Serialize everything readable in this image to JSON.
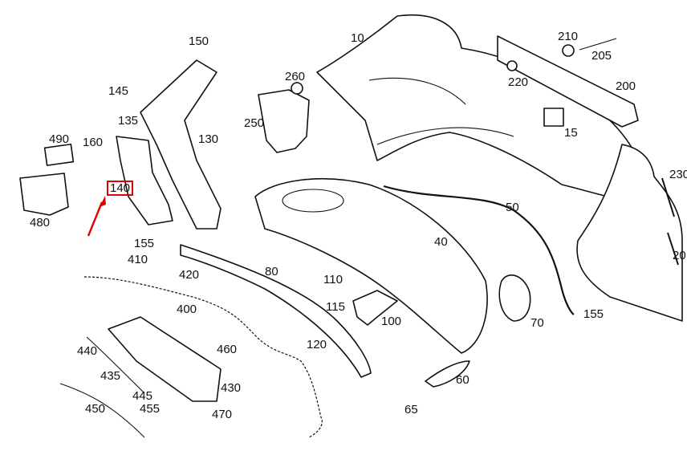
{
  "callouts": {
    "c10": "10",
    "c15": "15",
    "c40": "40",
    "c50": "50",
    "c60": "60",
    "c65": "65",
    "c70": "70",
    "c80": "80",
    "c100": "100",
    "c110": "110",
    "c115": "115",
    "c120": "120",
    "c130": "130",
    "c135": "135",
    "c140": "140",
    "c145": "145",
    "c150": "150",
    "c155a": "155",
    "c155b": "155",
    "c160": "160",
    "c200": "200",
    "c205": "205",
    "c210": "210",
    "c220": "220",
    "c230": "230",
    "c250": "250",
    "c260": "260",
    "c400": "400",
    "c410": "410",
    "c420": "420",
    "c430": "430",
    "c435": "435",
    "c440": "440",
    "c445": "445",
    "c450": "450",
    "c455": "455",
    "c460": "460",
    "c470": "470",
    "c480": "480",
    "c490": "490",
    "c20": "20"
  },
  "highlight": {
    "part": "140",
    "color": "#e00000"
  }
}
